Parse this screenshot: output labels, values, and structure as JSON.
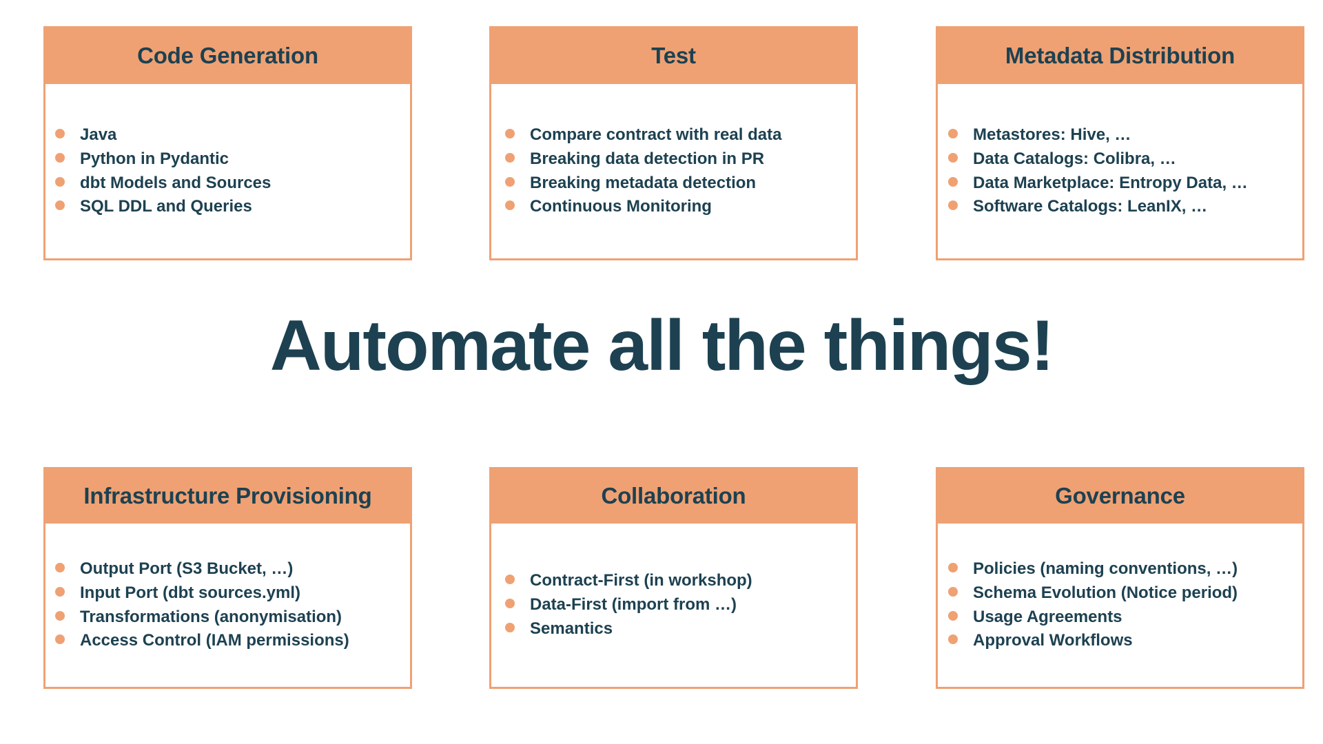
{
  "theme": {
    "accent": "#efa173",
    "text": "#1d4151",
    "background": "#ffffff",
    "border": "#efa173"
  },
  "headline": {
    "text": "Automate all the things!"
  },
  "rows": [
    {
      "id": "top-row",
      "cards": [
        {
          "id": "code-generation",
          "title": "Code Generation",
          "items": [
            "Java",
            "Python in Pydantic",
            "dbt Models and Sources",
            "SQL DDL and Queries"
          ]
        },
        {
          "id": "test",
          "title": "Test",
          "items": [
            "Compare contract with real data",
            "Breaking data detection in PR",
            "Breaking metadata detection",
            "Continuous Monitoring"
          ]
        },
        {
          "id": "metadata-distribution",
          "title": "Metadata Distribution",
          "items": [
            "Metastores: Hive, …",
            "Data Catalogs: Colibra, …",
            "Data Marketplace: Entropy Data, …",
            "Software Catalogs: LeanIX, …"
          ]
        }
      ]
    },
    {
      "id": "bottom-row",
      "cards": [
        {
          "id": "infrastructure-provisioning",
          "title": "Infrastructure Provisioning",
          "items": [
            "Output Port (S3 Bucket, …)",
            "Input Port (dbt sources.yml)",
            "Transformations (anonymisation)",
            "Access Control (IAM permissions)"
          ]
        },
        {
          "id": "collaboration",
          "title": "Collaboration",
          "items": [
            "Contract-First (in workshop)",
            "Data-First (import from …)",
            "Semantics"
          ]
        },
        {
          "id": "governance",
          "title": "Governance",
          "items": [
            "Policies (naming conventions, …)",
            "Schema Evolution (Notice period)",
            "Usage Agreements",
            "Approval Workflows"
          ]
        }
      ]
    }
  ]
}
